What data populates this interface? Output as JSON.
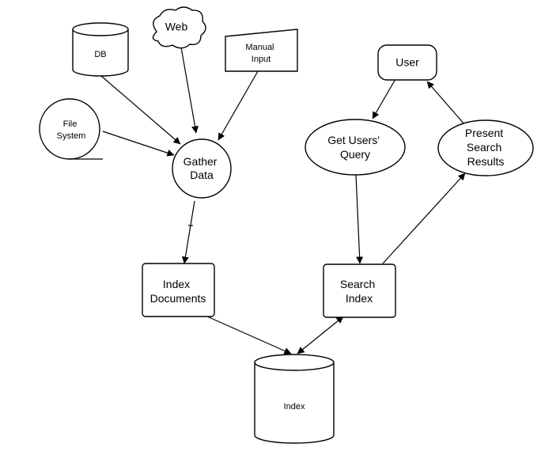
{
  "diagram": {
    "nodes": {
      "db": "DB",
      "web": "Web",
      "manual_input": [
        "Manual",
        "Input"
      ],
      "file_system": [
        "File",
        "System"
      ],
      "gather_data": [
        "Gather",
        "Data"
      ],
      "user": "User",
      "get_users_query": [
        "Get Users'",
        "Query"
      ],
      "present_search_results": [
        "Present",
        "Search",
        "Results"
      ],
      "index_documents": [
        "Index",
        "Documents"
      ],
      "search_index": [
        "Search",
        "Index"
      ],
      "index": "Index"
    }
  }
}
